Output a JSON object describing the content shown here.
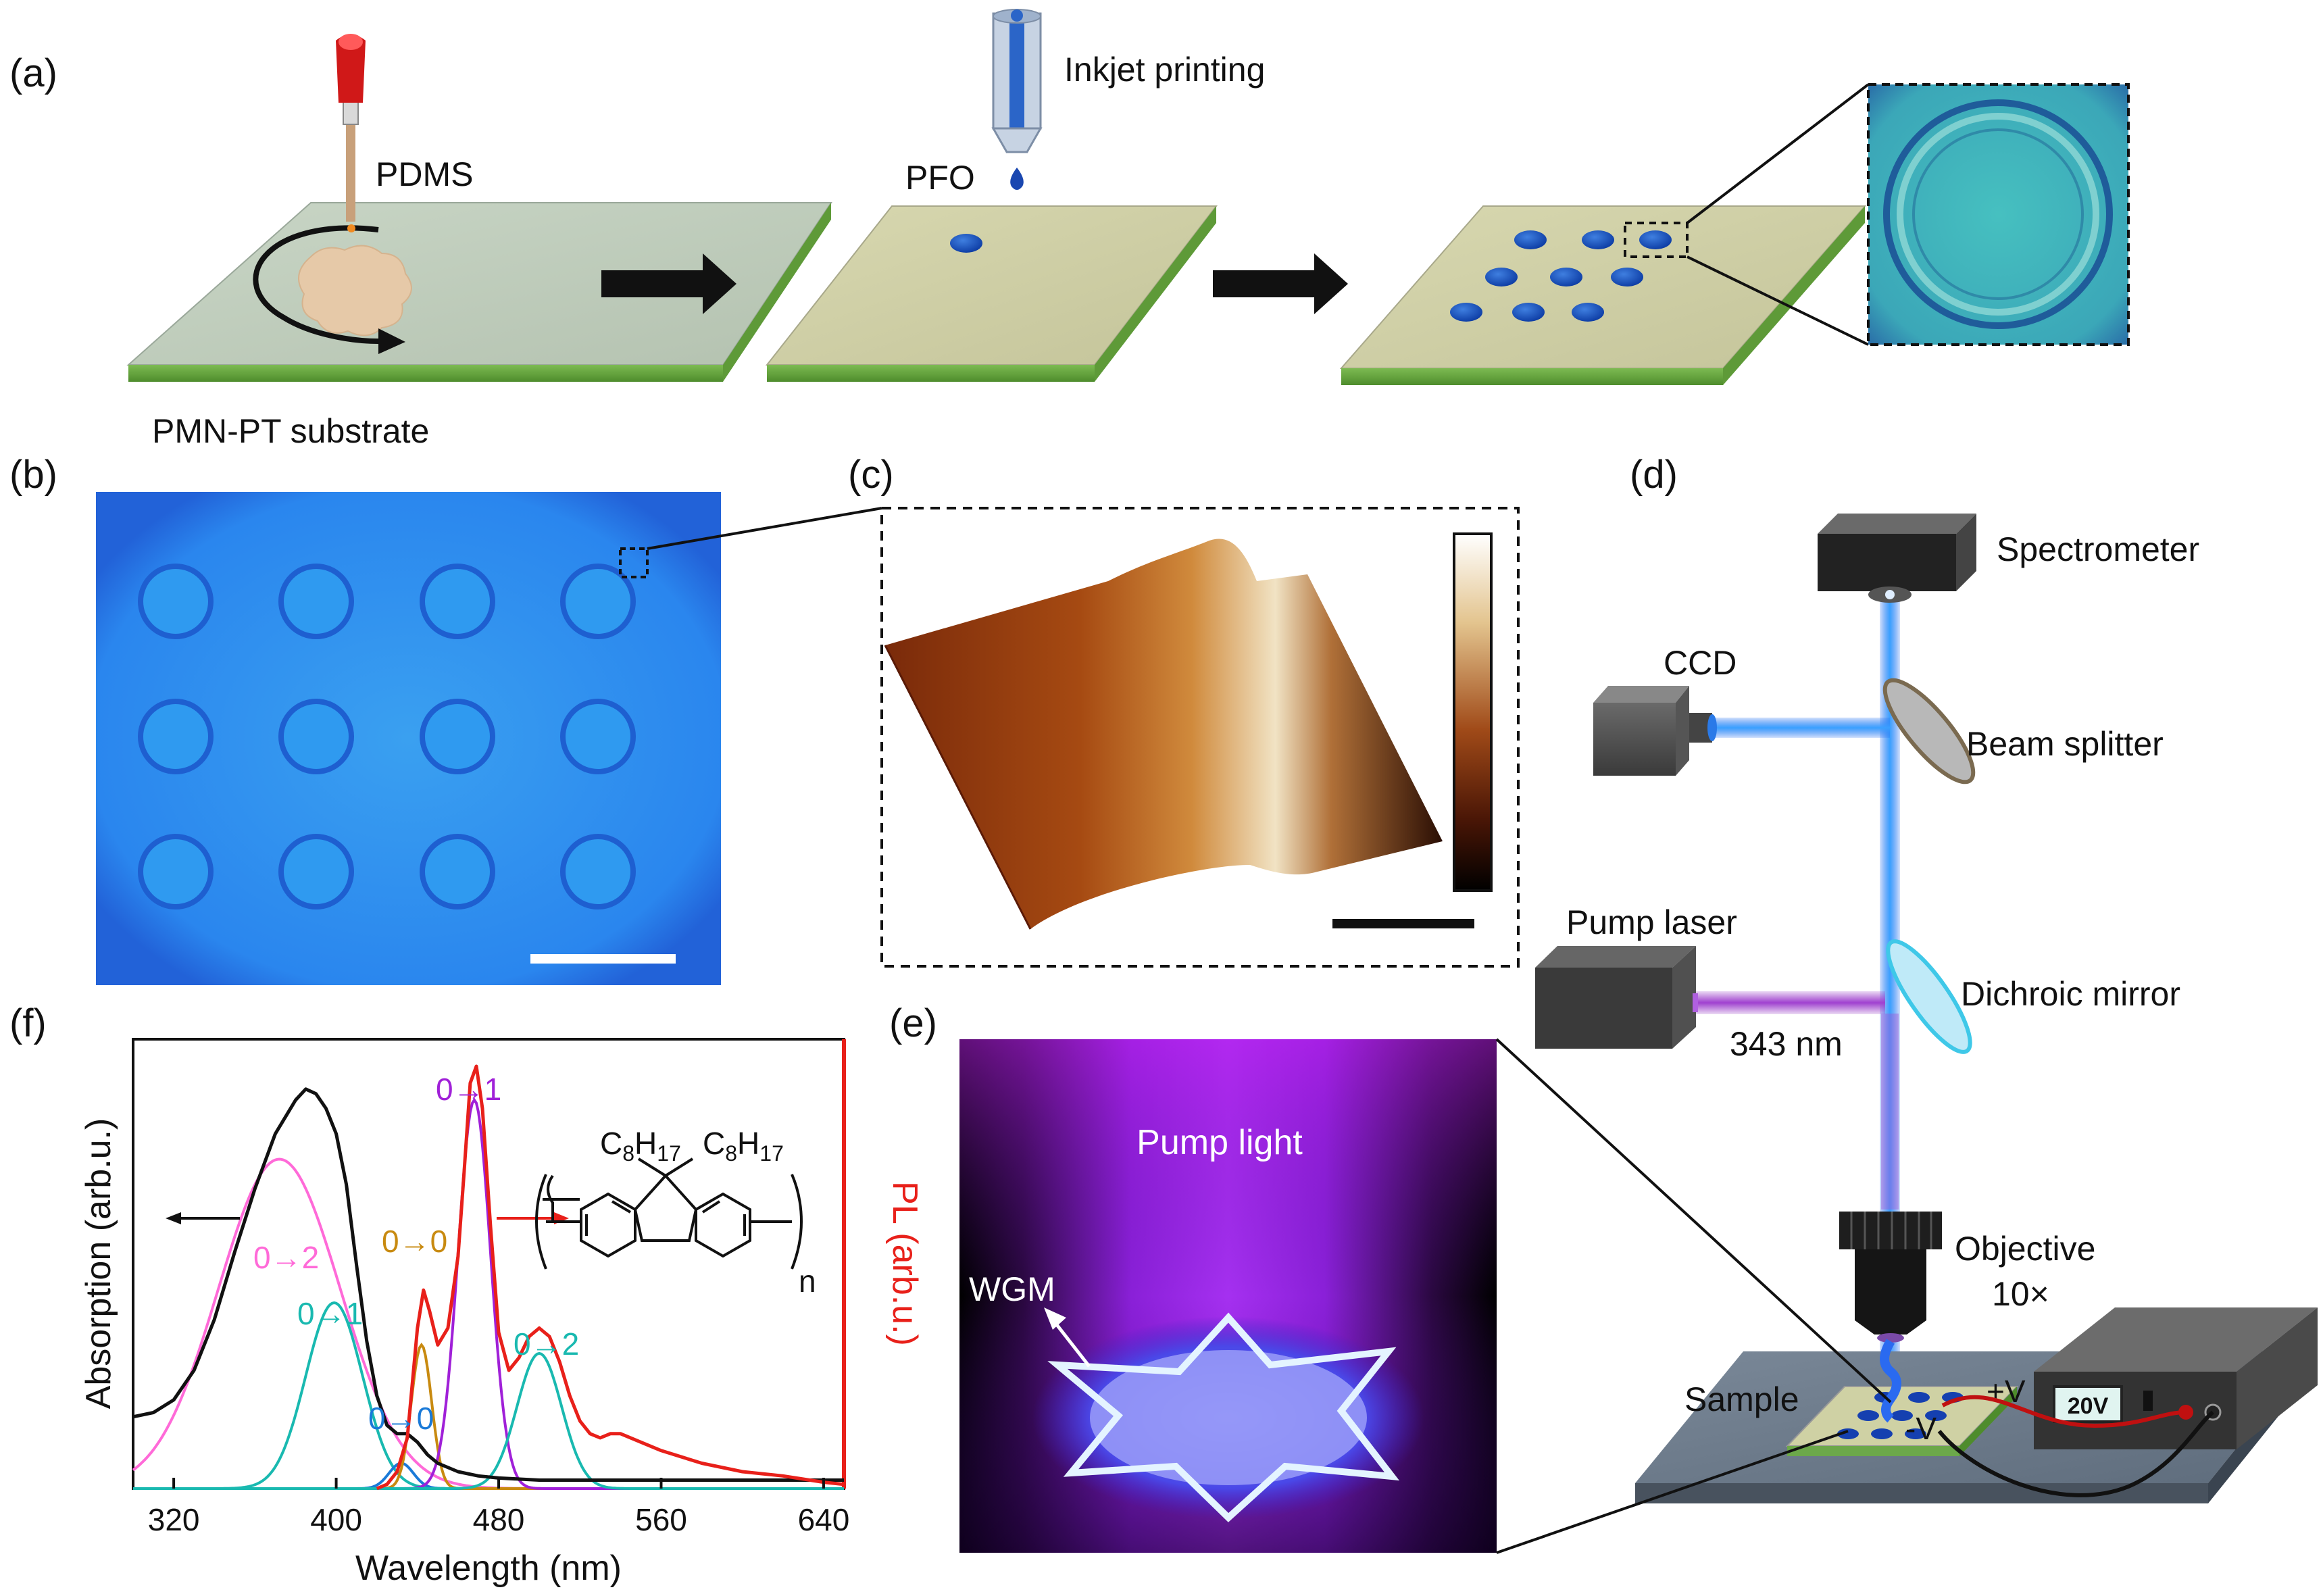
{
  "panels": {
    "a": {
      "label": "(a)",
      "pdms": "PDMS",
      "substrate": "PMN-PT substrate",
      "inkjet": "Inkjet printing",
      "pfo": "PFO"
    },
    "b": {
      "label": "(b)"
    },
    "c": {
      "label": "(c)"
    },
    "d": {
      "label": "(d)",
      "spectrometer": "Spectrometer",
      "ccd": "CCD",
      "beam_splitter": "Beam splitter",
      "pump_laser": "Pump laser",
      "wavelength": "343 nm",
      "dichroic": "Dichroic mirror",
      "objective": "Objective",
      "magnification": "10×",
      "sample": "Sample",
      "plus_v": "+V",
      "minus_v": "-V",
      "voltage": "20V"
    },
    "e": {
      "label": "(e)",
      "pump_light": "Pump light",
      "wgm": "WGM"
    },
    "f": {
      "label": "(f)"
    }
  },
  "chart_data": {
    "type": "line",
    "xlabel": "Wavelength (nm)",
    "ylabel_left": "Absorption (arb.u.)",
    "ylabel_right": "PL (arb.u.)",
    "xlim": [
      300,
      650
    ],
    "ylim": [
      0,
      1.0
    ],
    "xticks": [
      320,
      400,
      480,
      560,
      640
    ],
    "annotations": {
      "abs_02": "0→2",
      "abs_01": "0→1",
      "abs_00": "0→0",
      "pl_00": "0→0",
      "pl_01": "0→1",
      "pl_02": "0→2",
      "subscript_n": "n",
      "chem_left": "C8H17",
      "chem_right": "C8H17"
    },
    "series": [
      {
        "key": "absorption",
        "color": "#111111",
        "x": [
          300,
          310,
          320,
          330,
          340,
          350,
          360,
          370,
          380,
          385,
          390,
          395,
          400,
          405,
          410,
          415,
          420,
          425,
          430,
          435,
          440,
          445,
          450,
          460,
          470,
          480,
          500,
          520,
          560,
          600,
          640,
          650
        ],
        "y": [
          0.17,
          0.18,
          0.21,
          0.28,
          0.4,
          0.56,
          0.71,
          0.84,
          0.92,
          0.946,
          0.935,
          0.9,
          0.84,
          0.72,
          0.53,
          0.35,
          0.22,
          0.15,
          0.13,
          0.13,
          0.11,
          0.08,
          0.06,
          0.04,
          0.03,
          0.025,
          0.02,
          0.02,
          0.02,
          0.02,
          0.02,
          0.02
        ]
      },
      {
        "key": "pl",
        "color": "#e8201a",
        "x": [
          420,
          425,
          430,
          435,
          440,
          443,
          446,
          450,
          455,
          460,
          463,
          466,
          469,
          472,
          476,
          480,
          485,
          490,
          495,
          500,
          505,
          510,
          515,
          520,
          525,
          530,
          535,
          540,
          550,
          560,
          580,
          600,
          620,
          640,
          650
        ],
        "y": [
          0.0,
          0.01,
          0.04,
          0.12,
          0.38,
          0.47,
          0.42,
          0.34,
          0.38,
          0.55,
          0.75,
          0.96,
          1.0,
          0.9,
          0.62,
          0.37,
          0.28,
          0.31,
          0.36,
          0.38,
          0.36,
          0.3,
          0.22,
          0.16,
          0.13,
          0.12,
          0.13,
          0.13,
          0.11,
          0.09,
          0.06,
          0.04,
          0.03,
          0.015,
          0.01
        ]
      }
    ]
  }
}
